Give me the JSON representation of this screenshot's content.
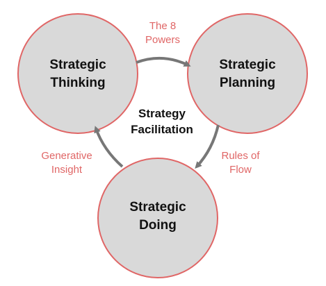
{
  "colors": {
    "circle_fill": "#d9d9d9",
    "circle_stroke": "#e06666",
    "arrow": "#777777",
    "edge_label": "#e06666",
    "node_text": "#111111"
  },
  "nodes": {
    "thinking": {
      "line1": "Strategic",
      "line2": "Thinking"
    },
    "planning": {
      "line1": "Strategic",
      "line2": "Planning"
    },
    "doing": {
      "line1": "Strategic",
      "line2": "Doing"
    }
  },
  "center": {
    "line1": "Strategy",
    "line2": "Facilitation"
  },
  "edges": {
    "thinking_to_planning": {
      "line1": "The 8",
      "line2": "Powers"
    },
    "planning_to_doing": {
      "line1": "Rules of",
      "line2": "Flow"
    },
    "doing_to_thinking": {
      "line1": "Generative",
      "line2": "Insight"
    }
  }
}
